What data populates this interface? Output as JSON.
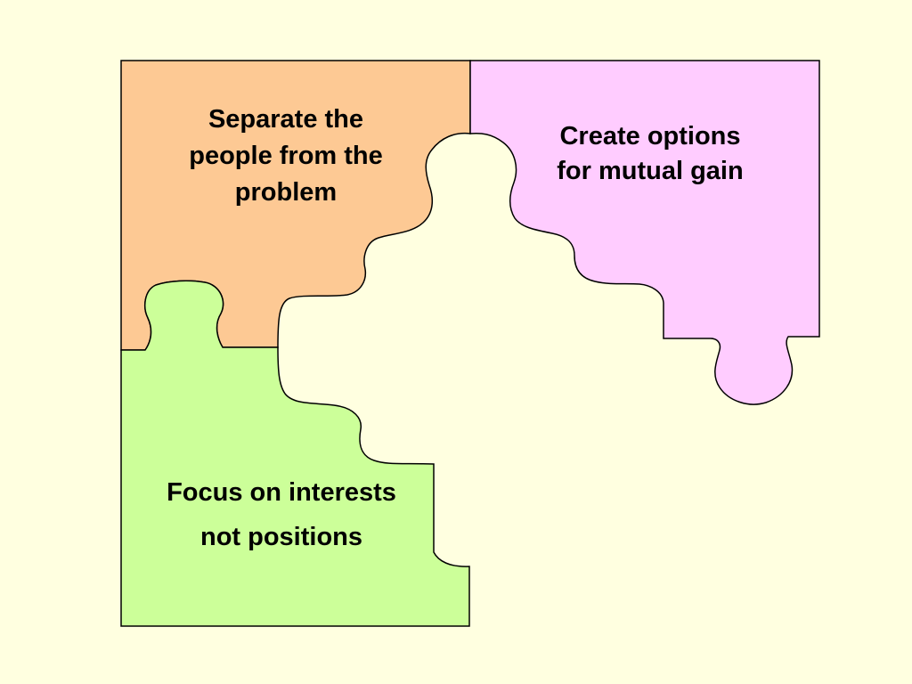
{
  "colors": {
    "background": "#ffffe0",
    "orange_piece": "#fdc994",
    "pink_piece": "#ffccff",
    "green_piece": "#ccff99",
    "outline": "#000000"
  },
  "pieces": {
    "orange": {
      "line1": "Separate the",
      "line2": "people from the",
      "line3": "problem"
    },
    "pink": {
      "line1": "Create options",
      "line2": "for mutual gain"
    },
    "green": {
      "line1": "Focus on interests",
      "line2": "not positions"
    }
  }
}
